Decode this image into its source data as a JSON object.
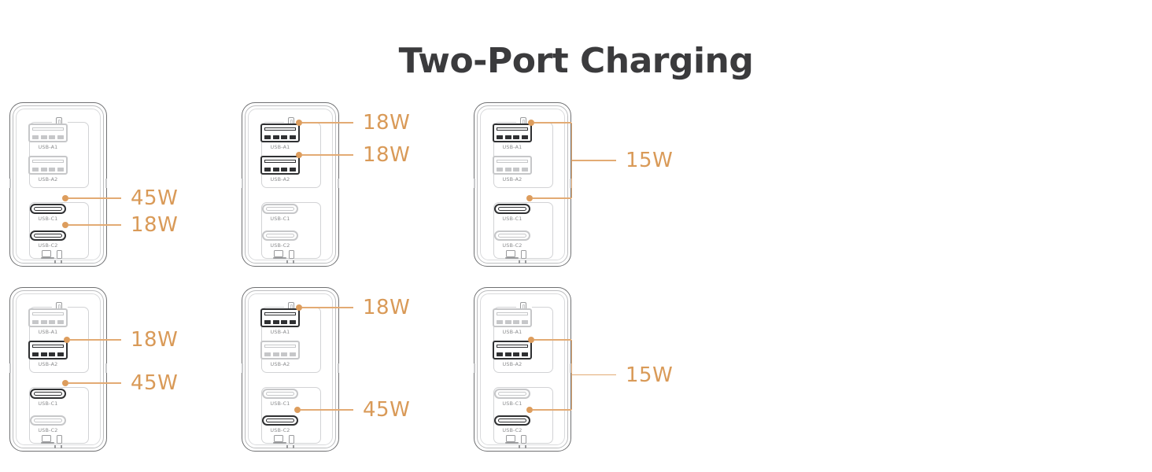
{
  "page": {
    "title": "Two-Port Charging",
    "background": "#ffffff",
    "title_color": "#3b3b3d",
    "accent_color": "#d99a58",
    "line_color": "#e3ab74",
    "port_active_color": "#2f3032",
    "port_inactive_color": "#c6c7c9"
  },
  "port_labels": {
    "a1": "USB-A1",
    "a2": "USB-A2",
    "c1": "USB-C1",
    "c2": "USB-C2"
  },
  "icons": {
    "phone_top": "phone-icon",
    "laptop": "laptop-icon",
    "phone_bottom": "phone-icon"
  },
  "chargers": [
    {
      "id": "combo-1",
      "row": 0,
      "col": 0,
      "active_ports": [
        "c1",
        "c2"
      ],
      "callout_style": "separate",
      "callouts": [
        {
          "port": "c1",
          "power": "45W"
        },
        {
          "port": "c2",
          "power": "18W"
        }
      ]
    },
    {
      "id": "combo-2",
      "row": 0,
      "col": 1,
      "active_ports": [
        "a1",
        "a2"
      ],
      "callout_style": "separate",
      "callouts": [
        {
          "port": "a1",
          "power": "18W"
        },
        {
          "port": "a2",
          "power": "18W"
        }
      ]
    },
    {
      "id": "combo-3",
      "row": 0,
      "col": 2,
      "active_ports": [
        "a1",
        "c1"
      ],
      "callout_style": "shared",
      "callouts": [
        {
          "port": "a1",
          "power": "15W"
        },
        {
          "port": "c1",
          "power": "15W"
        }
      ],
      "shared_power": "15W"
    },
    {
      "id": "combo-4",
      "row": 1,
      "col": 0,
      "active_ports": [
        "a2",
        "c1"
      ],
      "callout_style": "separate",
      "callouts": [
        {
          "port": "a2",
          "power": "18W"
        },
        {
          "port": "c1",
          "power": "45W"
        }
      ]
    },
    {
      "id": "combo-5",
      "row": 1,
      "col": 1,
      "active_ports": [
        "a1",
        "c2"
      ],
      "callout_style": "separate",
      "callouts": [
        {
          "port": "a1",
          "power": "18W"
        },
        {
          "port": "c2",
          "power": "45W"
        }
      ]
    },
    {
      "id": "combo-6",
      "row": 1,
      "col": 2,
      "active_ports": [
        "a2",
        "c2"
      ],
      "callout_style": "shared",
      "callouts": [
        {
          "port": "a2",
          "power": "15W"
        },
        {
          "port": "c2",
          "power": "15W"
        }
      ],
      "shared_power": "15W"
    }
  ]
}
